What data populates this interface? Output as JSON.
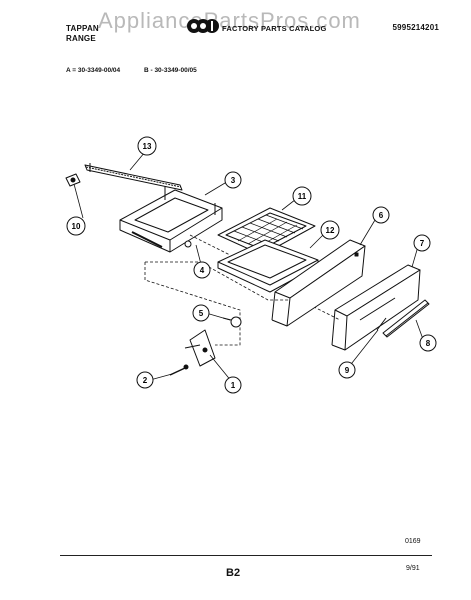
{
  "header": {
    "brand_line1": "TAPPAN",
    "brand_line2": "RANGE",
    "catalog_title": "FACTORY PARTS CATALOG",
    "part_number": "5995214201",
    "watermark": "AppliancePartsPros.com"
  },
  "models": {
    "a": "A = 30-3349-00/04",
    "b": "B - 30-3349-00/05"
  },
  "callouts": [
    "1",
    "2",
    "3",
    "4",
    "5",
    "6",
    "7",
    "8",
    "9",
    "10",
    "11",
    "12",
    "13"
  ],
  "footer": {
    "code": "0169",
    "page": "B2",
    "date": "9/91"
  },
  "colors": {
    "ink": "#111111",
    "watermark": "#b9b9b9"
  }
}
